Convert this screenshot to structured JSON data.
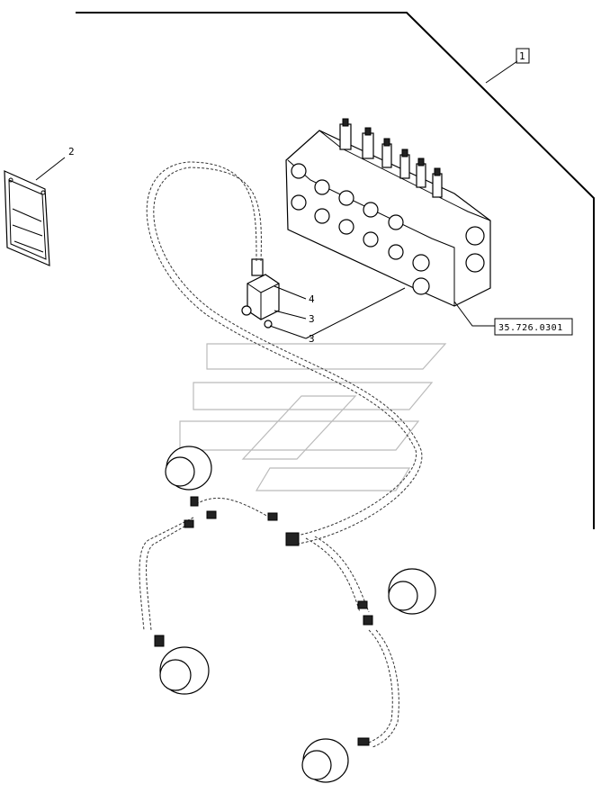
{
  "callouts": {
    "item1": "1",
    "item2": "2",
    "item3a": "3",
    "item3b": "3",
    "item4": "4"
  },
  "reference": {
    "code": "35.726.0301"
  }
}
